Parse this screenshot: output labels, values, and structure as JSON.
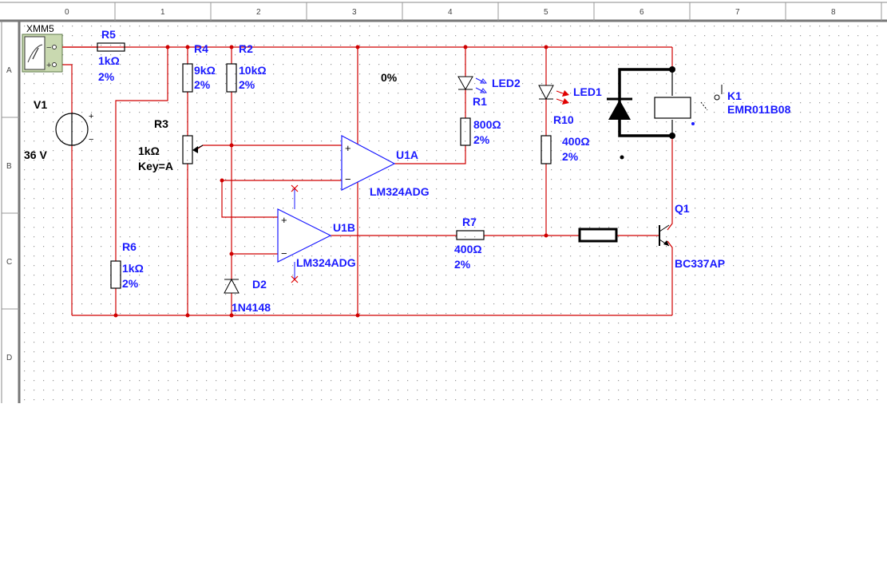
{
  "ruler": {
    "columns": [
      "0",
      "1",
      "2",
      "3",
      "4",
      "5",
      "6",
      "7",
      "8"
    ],
    "rows": [
      "A",
      "B",
      "C",
      "D"
    ]
  },
  "instrument": {
    "name": "XMM5",
    "pin_minus": "−",
    "pin_plus": "+"
  },
  "source": {
    "ref": "V1",
    "value": "36 V",
    "plus": "+",
    "minus": "−"
  },
  "components": {
    "r5": {
      "ref": "R5",
      "value": "1kΩ",
      "tol": "2%"
    },
    "r4": {
      "ref": "R4",
      "value": "9kΩ",
      "tol": "2%"
    },
    "r2": {
      "ref": "R2",
      "value": "10kΩ",
      "tol": "2%"
    },
    "r3": {
      "ref": "R3",
      "value": "1kΩ",
      "key": "Key=A"
    },
    "r6": {
      "ref": "R6",
      "value": "1kΩ",
      "tol": "2%"
    },
    "r1": {
      "ref": "R1",
      "value": "800Ω",
      "tol": "2%"
    },
    "r10": {
      "ref": "R10",
      "value": "400Ω",
      "tol": "2%"
    },
    "r7": {
      "ref": "R7",
      "value": "400Ω",
      "tol": "2%"
    },
    "led2": {
      "ref": "LED2"
    },
    "led1": {
      "ref": "LED1"
    },
    "u1a": {
      "ref": "U1A",
      "part": "LM324ADG"
    },
    "u1b": {
      "ref": "U1B",
      "part": "LM324ADG"
    },
    "d2": {
      "ref": "D2",
      "part": "1N4148"
    },
    "q1": {
      "ref": "Q1",
      "part": "BC337AP"
    },
    "k1": {
      "ref": "K1",
      "part": "EMR011B08"
    }
  },
  "pot_percent": "0%",
  "opamp_pins": {
    "plus": "+",
    "minus": "−"
  },
  "colors": {
    "wire": "#d00000",
    "component": "#1a1aff",
    "label": "#1a1aff",
    "grid_dot": "#9a9a9a",
    "led1_arrow": "#e00000"
  }
}
